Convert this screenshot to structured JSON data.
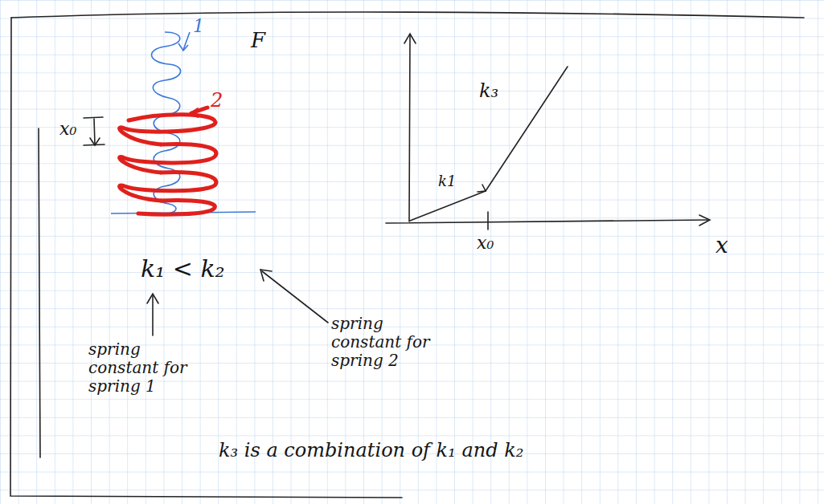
{
  "diagram": {
    "labels": [
      "1",
      "x₀",
      "2",
      "F",
      "k₃",
      "k1",
      "x₀",
      "x",
      "k₁ < k₂",
      "spring constant for spring 1",
      "spring constant for spring 2",
      "k₃ is a combination of k₁ and k₂"
    ]
  }
}
